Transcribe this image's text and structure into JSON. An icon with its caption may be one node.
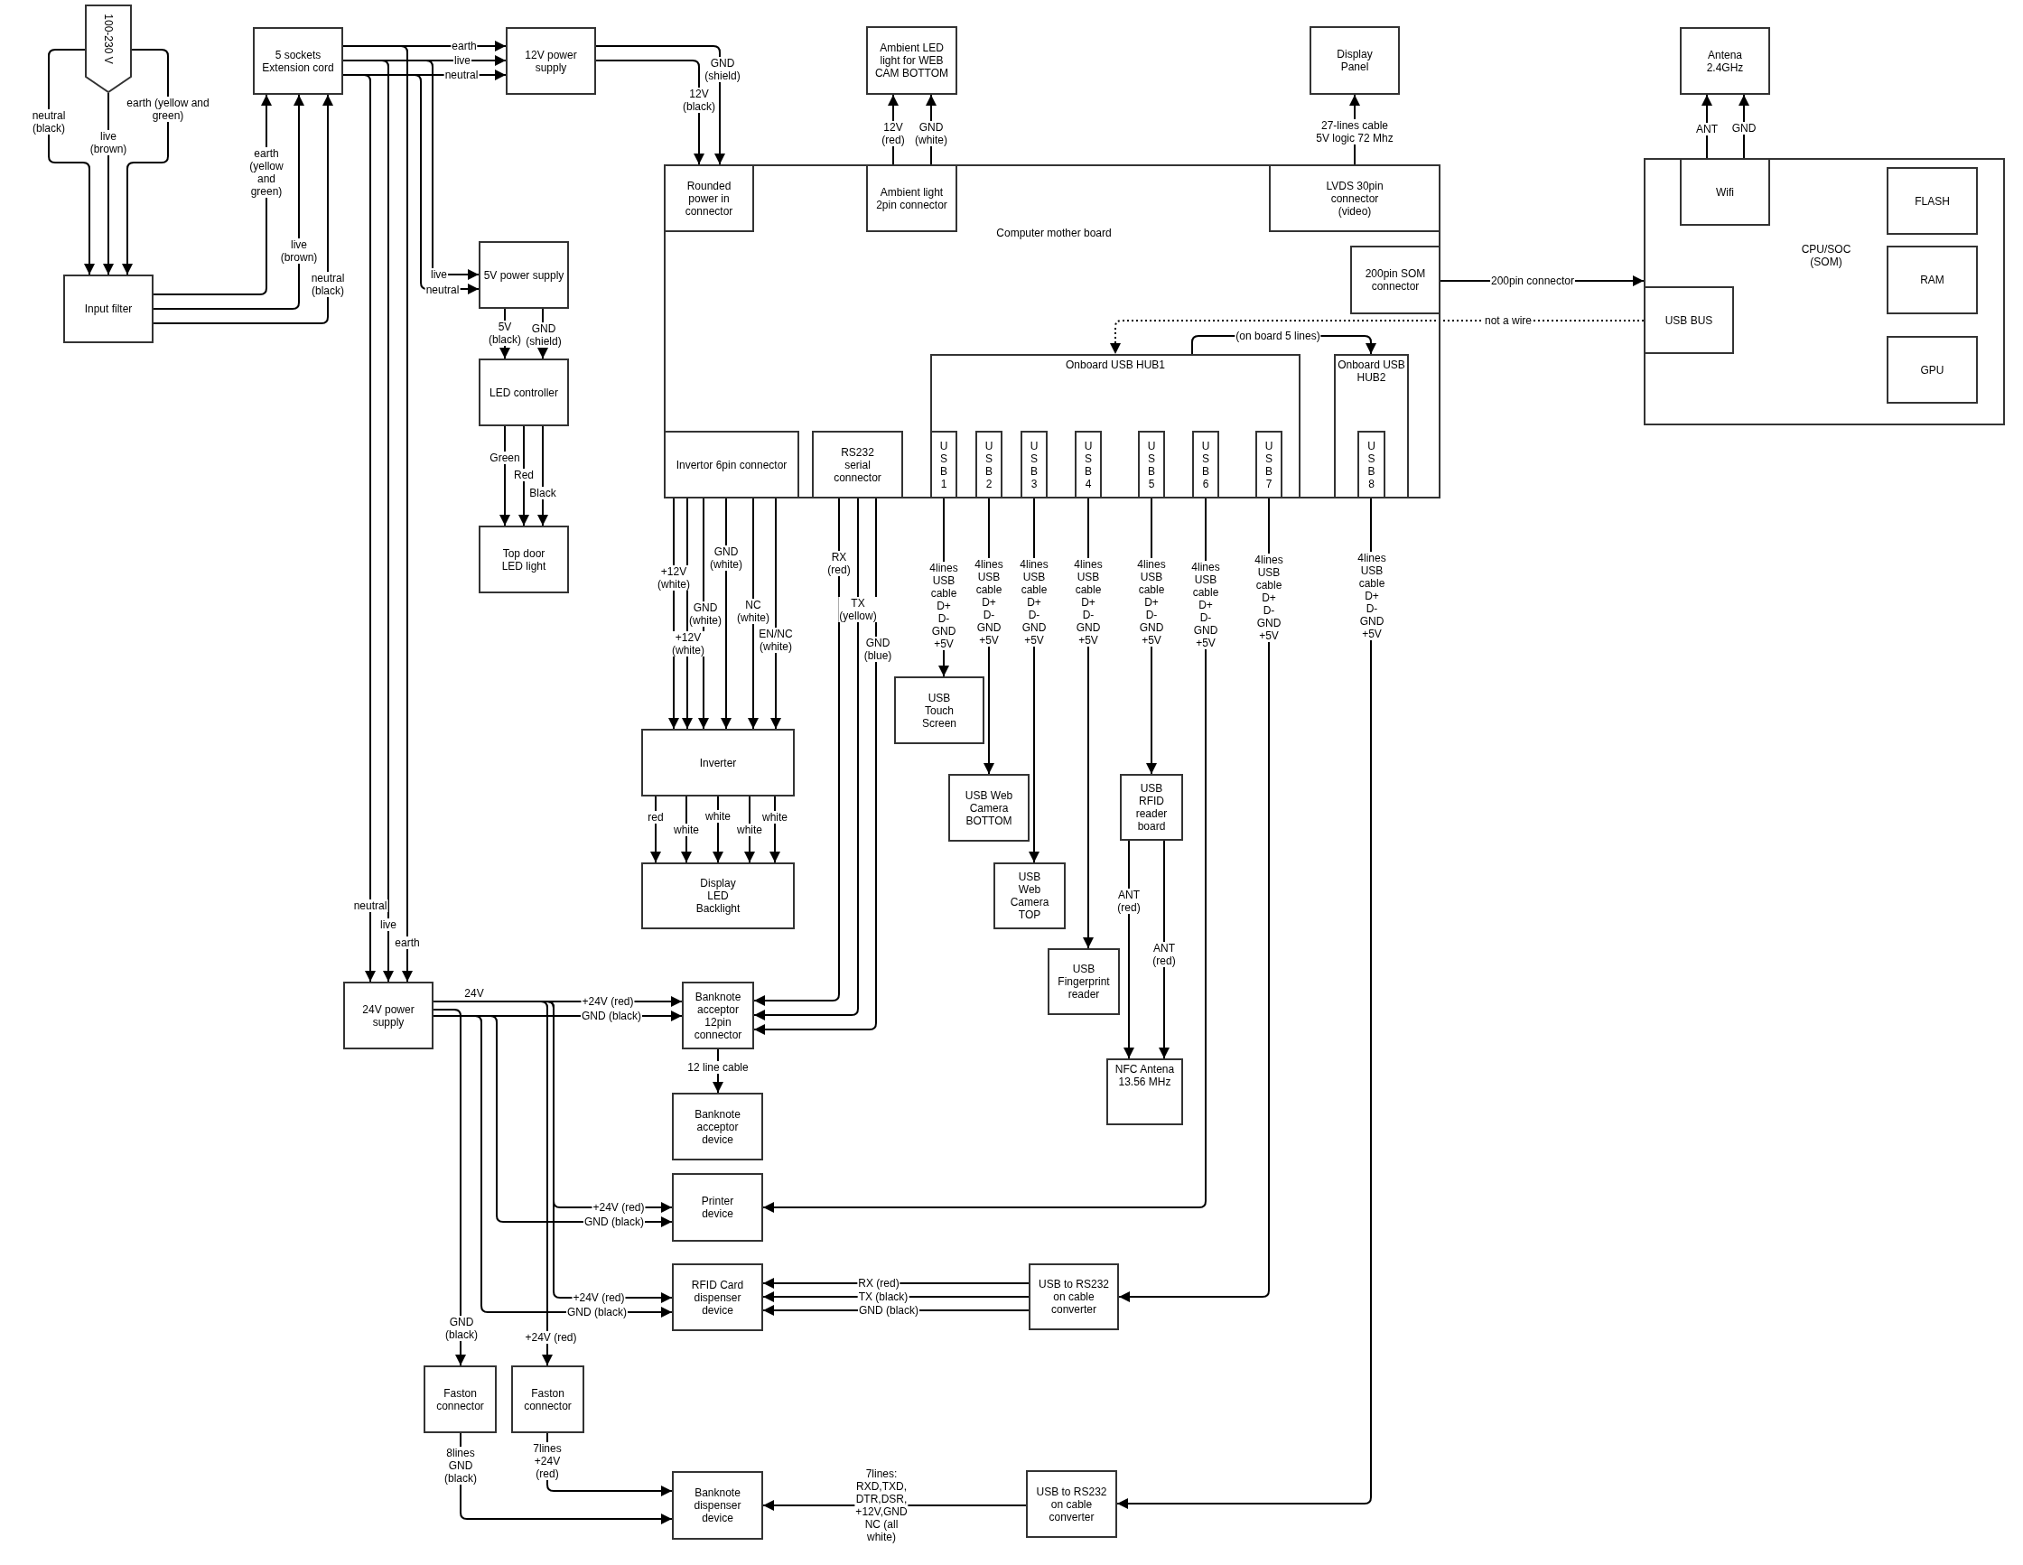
{
  "diagram": {
    "nodes": [
      {
        "text": [
          "100-230 V"
        ]
      },
      {
        "text": [
          "5 sockets Extension cord"
        ]
      },
      {
        "text": [
          "12V power supply"
        ]
      },
      {
        "text": [
          "Ambient LED light for WEB CAM BOTTOM"
        ]
      },
      {
        "text": [
          "Display Panel"
        ]
      },
      {
        "text": [
          "Antena 2.4GHz"
        ]
      },
      {
        "text": [
          "Computer mother board"
        ]
      },
      {
        "text": [
          "Rounded power in connector"
        ],
        "in": 6
      },
      {
        "text": [
          "Ambient light 2pin connector"
        ],
        "in": 6
      },
      {
        "text": [
          "LVDS 30pin connector (video)"
        ],
        "in": 6
      },
      {
        "text": [
          "200pin SOM connector"
        ],
        "in": 6
      },
      {
        "text": [
          "Onboard USB HUB1"
        ],
        "in": 6
      },
      {
        "text": [
          "USB1"
        ],
        "in": 11
      },
      {
        "text": [
          "USB2"
        ],
        "in": 11
      },
      {
        "text": [
          "USB3"
        ],
        "in": 11
      },
      {
        "text": [
          "USB4"
        ],
        "in": 11
      },
      {
        "text": [
          "USB5"
        ],
        "in": 11
      },
      {
        "text": [
          "USB6"
        ],
        "in": 11
      },
      {
        "text": [
          "USB7"
        ],
        "in": 11
      },
      {
        "text": [
          "Onboard USB HUB2"
        ],
        "in": 6
      },
      {
        "text": [
          "USB8"
        ],
        "in": 19
      },
      {
        "text": [
          "Invertor 6pin connector"
        ],
        "in": 6
      },
      {
        "text": [
          "RS232 serial connector"
        ],
        "in": 6
      },
      {
        "text": [
          "CPU/SOC (SOM)"
        ]
      },
      {
        "text": [
          "Wifi"
        ],
        "in": 23
      },
      {
        "text": [
          "FLASH"
        ],
        "in": 23
      },
      {
        "text": [
          "RAM"
        ],
        "in": 23
      },
      {
        "text": [
          "USB BUS"
        ],
        "in": 23
      },
      {
        "text": [
          "GPU"
        ],
        "in": 23
      },
      {
        "text": [
          "Input filter"
        ]
      },
      {
        "text": [
          "5V power supply"
        ]
      },
      {
        "text": [
          "LED controller"
        ]
      },
      {
        "text": [
          "Top door LED light"
        ]
      },
      {
        "text": [
          "USB Touch Screen"
        ]
      },
      {
        "text": [
          "USB Web Camera BOTTOM"
        ]
      },
      {
        "text": [
          "Inverter"
        ]
      },
      {
        "text": [
          "USB RFID reader board"
        ]
      },
      {
        "text": [
          "USB Web Camera TOP"
        ]
      },
      {
        "text": [
          "Display LED Backlight"
        ]
      },
      {
        "text": [
          "USB Fingerprint reader"
        ]
      },
      {
        "text": [
          "24V power supply"
        ]
      },
      {
        "text": [
          "Banknote acceptor 12pin connector"
        ]
      },
      {
        "text": [
          "NFC Antena 13.56 MHz"
        ]
      },
      {
        "text": [
          "Banknote acceptor device"
        ]
      },
      {
        "text": [
          "Printer device"
        ]
      },
      {
        "text": [
          "RFID Card dispenser device"
        ]
      },
      {
        "text": [
          "USB to RS232 on cable converter"
        ]
      },
      {
        "text": [
          "Faston connector"
        ]
      },
      {
        "text": [
          "Faston connector"
        ]
      },
      {
        "text": [
          "Banknote dispenser device"
        ]
      },
      {
        "text": [
          "USB to RS232 on cable converter"
        ]
      }
    ],
    "edges": [
      {
        "from": 0,
        "to": 29,
        "label": "neutral (black)",
        "arrow": "to"
      },
      {
        "from": 0,
        "to": 29,
        "label": "live (brown)",
        "arrow": "to"
      },
      {
        "from": 0,
        "to": 29,
        "label": "earth (yellow and green)",
        "arrow": "to"
      },
      {
        "from": 29,
        "to": 1,
        "label": "earth (yellow and green)",
        "arrow": "to"
      },
      {
        "from": 29,
        "to": 1,
        "label": "live (brown)",
        "arrow": "to"
      },
      {
        "from": 29,
        "to": 1,
        "label": "neutral (black)",
        "arrow": "to"
      },
      {
        "from": 1,
        "to": 2,
        "label": "earth",
        "arrow": "to"
      },
      {
        "from": 1,
        "to": 2,
        "label": "live",
        "arrow": "to"
      },
      {
        "from": 1,
        "to": 2,
        "label": "neutral",
        "arrow": "to"
      },
      {
        "from": 1,
        "to": 30,
        "label": "live",
        "arrow": "to"
      },
      {
        "from": 1,
        "to": 30,
        "label": "neutral",
        "arrow": "to"
      },
      {
        "from": 1,
        "to": 40,
        "label": "neutral",
        "arrow": "to"
      },
      {
        "from": 1,
        "to": 40,
        "label": "live",
        "arrow": "to"
      },
      {
        "from": 1,
        "to": 40,
        "label": "earth",
        "arrow": "to"
      },
      {
        "from": 2,
        "to": 7,
        "label": "GND (shield)",
        "arrow": "to"
      },
      {
        "from": 2,
        "to": 7,
        "label": "12V (black)",
        "arrow": "to"
      },
      {
        "from": 8,
        "to": 3,
        "label": "12V (red)",
        "arrow": "to"
      },
      {
        "from": 8,
        "to": 3,
        "label": "GND (white)",
        "arrow": "to"
      },
      {
        "from": 9,
        "to": 4,
        "label": "27-lines cable 5V logic 72 Mhz",
        "arrow": "to"
      },
      {
        "from": 24,
        "to": 5,
        "label": "ANT",
        "arrow": "to"
      },
      {
        "from": 24,
        "to": 5,
        "label": "GND",
        "arrow": "to"
      },
      {
        "from": 10,
        "to": 23,
        "label": "200pin connector",
        "arrow": "to"
      },
      {
        "from": 27,
        "to": 11,
        "label": "not a wire",
        "arrow": "to",
        "style": "dashed"
      },
      {
        "from": 11,
        "to": 19,
        "label": "(on board 5 lines)",
        "arrow": "to"
      },
      {
        "from": 30,
        "to": 31,
        "label": "5V (black)",
        "arrow": "to"
      },
      {
        "from": 30,
        "to": 31,
        "label": "GND (shield)",
        "arrow": "to"
      },
      {
        "from": 31,
        "to": 32,
        "label": "Green",
        "arrow": "to"
      },
      {
        "from": 31,
        "to": 32,
        "label": "Red",
        "arrow": "to"
      },
      {
        "from": 31,
        "to": 32,
        "label": "Black",
        "arrow": "to"
      },
      {
        "from": 21,
        "to": 35,
        "label": "+12V (white)",
        "arrow": "to"
      },
      {
        "from": 21,
        "to": 35,
        "label": "+12V (white)",
        "arrow": "to"
      },
      {
        "from": 21,
        "to": 35,
        "label": "GND (white)",
        "arrow": "to"
      },
      {
        "from": 21,
        "to": 35,
        "label": "GND (white)",
        "arrow": "to"
      },
      {
        "from": 21,
        "to": 35,
        "label": "NC (white)",
        "arrow": "to"
      },
      {
        "from": 21,
        "to": 35,
        "label": "EN/NC (white)",
        "arrow": "to"
      },
      {
        "from": 35,
        "to": 38,
        "label": "red",
        "arrow": "to"
      },
      {
        "from": 35,
        "to": 38,
        "label": "white",
        "arrow": "to"
      },
      {
        "from": 35,
        "to": 38,
        "label": "white",
        "arrow": "to"
      },
      {
        "from": 35,
        "to": 38,
        "label": "white",
        "arrow": "to"
      },
      {
        "from": 35,
        "to": 38,
        "label": "white",
        "arrow": "to"
      },
      {
        "from": 22,
        "to": 41,
        "label": "RX (red)",
        "arrow": "to"
      },
      {
        "from": 22,
        "to": 41,
        "label": "TX (yellow)",
        "arrow": "to"
      },
      {
        "from": 22,
        "to": 41,
        "label": "GND (blue)",
        "arrow": "to"
      },
      {
        "from": 12,
        "to": 33,
        "label": "4lines USB cable D+ D- GND +5V",
        "arrow": "to"
      },
      {
        "from": 13,
        "to": 34,
        "label": "4lines USB cable D+ D- GND +5V",
        "arrow": "to"
      },
      {
        "from": 14,
        "to": 37,
        "label": "4lines USB cable D+ D- GND +5V",
        "arrow": "to"
      },
      {
        "from": 15,
        "to": 39,
        "label": "4lines USB cable D+ D- GND +5V",
        "arrow": "to"
      },
      {
        "from": 16,
        "to": 36,
        "label": "4lines USB cable D+ D- GND +5V",
        "arrow": "to"
      },
      {
        "from": 17,
        "to": 44,
        "label": "4lines USB cable D+ D- GND +5V",
        "arrow": "to"
      },
      {
        "from": 18,
        "to": 46,
        "label": "4lines USB cable D+ D- GND +5V",
        "arrow": "to"
      },
      {
        "from": 20,
        "to": 50,
        "label": "4lines USB cable D+ D- GND +5V",
        "arrow": "to"
      },
      {
        "from": 36,
        "to": 42,
        "label": "ANT (red)",
        "arrow": "to"
      },
      {
        "from": 36,
        "to": 42,
        "label": "ANT (red)",
        "arrow": "to"
      },
      {
        "from": 40,
        "to": 41,
        "label": "+24V (red)",
        "arrow": "to"
      },
      {
        "from": 40,
        "to": 41,
        "label": "GND (black)",
        "arrow": "to"
      },
      {
        "from": 41,
        "to": 43,
        "label": "12 line cable",
        "arrow": "to"
      },
      {
        "from": 40,
        "to": 44,
        "label": "+24V (red)",
        "arrow": "to"
      },
      {
        "from": 40,
        "to": 44,
        "label": "GND (black)",
        "arrow": "to"
      },
      {
        "from": 40,
        "to": 45,
        "label": "+24V (red)",
        "arrow": "to"
      },
      {
        "from": 40,
        "to": 45,
        "label": "GND (black)",
        "arrow": "to"
      },
      {
        "from": 46,
        "to": 45,
        "label": "RX (red)",
        "arrow": "to"
      },
      {
        "from": 46,
        "to": 45,
        "label": "TX (black)",
        "arrow": "to"
      },
      {
        "from": 46,
        "to": 45,
        "label": "GND (black)",
        "arrow": "to"
      },
      {
        "from": 40,
        "to": 47,
        "label": "GND (black)",
        "arrow": "to"
      },
      {
        "from": 40,
        "to": 48,
        "label": "+24V (red)",
        "arrow": "to"
      },
      {
        "from": 47,
        "to": 49,
        "label": "8lines GND (black)",
        "arrow": "to"
      },
      {
        "from": 48,
        "to": 49,
        "label": "7lines +24V (red)",
        "arrow": "to"
      },
      {
        "from": 50,
        "to": 49,
        "label": "7lines: RXD,TXD, DTR,DSR, +12V,GND NC (all white)",
        "arrow": "to"
      }
    ],
    "labels": [
      "24V"
    ]
  }
}
